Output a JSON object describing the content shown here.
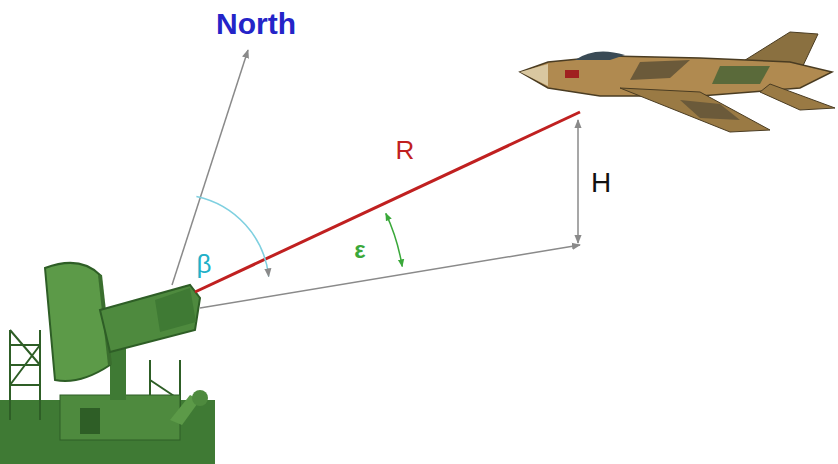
{
  "diagram": {
    "labels": [
      "North",
      "R",
      "β",
      "ε",
      "H"
    ]
  }
}
